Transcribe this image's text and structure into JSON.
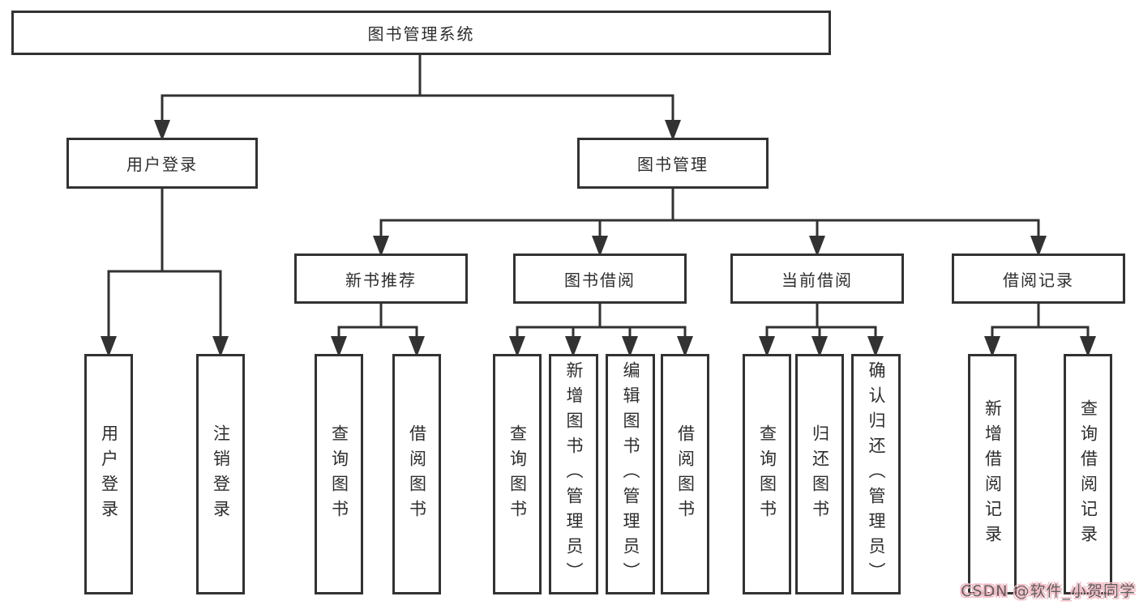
{
  "diagram": {
    "title": "图书管理系统",
    "nodes": {
      "root": {
        "label": "图书管理系统"
      },
      "user_login": {
        "label": "用户登录"
      },
      "book_mgmt": {
        "label": "图书管理"
      },
      "user_login_action": {
        "label": "用户登录"
      },
      "logout_action": {
        "label": "注销登录"
      },
      "new_book_rec": {
        "label": "新书推荐"
      },
      "book_borrow": {
        "label": "图书借阅"
      },
      "current_borrow": {
        "label": "当前借阅"
      },
      "borrow_records": {
        "label": "借阅记录"
      },
      "nbr_query_book": {
        "label": "查询图书"
      },
      "nbr_borrow_book": {
        "label": "借阅图书"
      },
      "bb_query_book": {
        "label": "查询图书"
      },
      "bb_add_book": {
        "label": "新增图书（管理员）"
      },
      "bb_edit_book": {
        "label": "编辑图书（管理员）"
      },
      "bb_borrow_book": {
        "label": "借阅图书"
      },
      "cb_query_book": {
        "label": "查询图书"
      },
      "cb_return_book": {
        "label": "归还图书"
      },
      "cb_confirm_return": {
        "label": "确认归还（管理员）"
      },
      "br_add_record": {
        "label": "新增借阅记录"
      },
      "br_query_record": {
        "label": "查询借阅记录"
      }
    }
  },
  "watermark": {
    "text": "CSDN @软件_小贺同学"
  },
  "colors": {
    "line": "#323232",
    "box_border": "#323232",
    "box_fill": "#ffffff",
    "text": "#2d2d2d",
    "watermark_text": "#5f5f5f",
    "watermark_pink": "#f5bac4",
    "background": "#ffffff"
  }
}
